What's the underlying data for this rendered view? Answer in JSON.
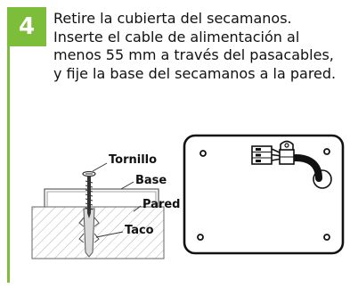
{
  "step": {
    "number": "4",
    "accent_color": "#7cbd3a"
  },
  "instruction": {
    "lines": [
      "Retire la cubierta del secamanos.",
      "Inserte el cable de alimentación al",
      "menos 55 mm a través del pasacables,",
      "y fije la base del secamanos a la pared."
    ]
  },
  "mounting_figure": {
    "labels": {
      "screw": "Tornillo",
      "base": "Base",
      "wall": "Pared",
      "anchor": "Taco"
    }
  },
  "base_plate_figure": {
    "icon": "base-plate-with-cable-icon"
  }
}
